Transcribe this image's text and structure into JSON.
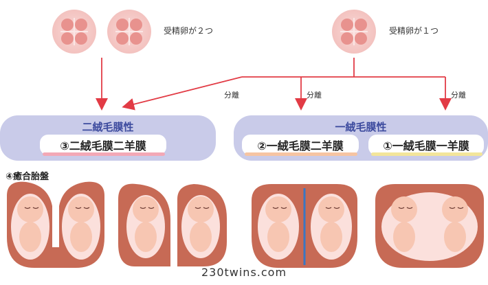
{
  "top_labels": {
    "two_eggs": "受精卵が２つ",
    "one_egg": "受精卵が１つ"
  },
  "split_labels": [
    "分離",
    "分離",
    "分離"
  ],
  "panels": {
    "left_title": "二絨毛膜性",
    "right_title": "一絨毛膜性"
  },
  "membranes": {
    "m3": "③二絨毛膜二羊膜",
    "m2": "②一絨毛膜二羊膜",
    "m1": "①一絨毛膜一羊膜"
  },
  "fused_note": "④癒合胎盤",
  "footer": "230twins.com",
  "colors": {
    "arrow": "#e23b45",
    "panel": "#c9cbe9",
    "panel_title": "#3c4a9e",
    "stripe_pink": "#f3a8b6",
    "stripe_orange": "#f6c4a2",
    "stripe_yellow": "#f3e59a",
    "placenta": "#c76a55",
    "membrane_line": "#3a76c3",
    "baby_skin": "#f7c6b2"
  }
}
